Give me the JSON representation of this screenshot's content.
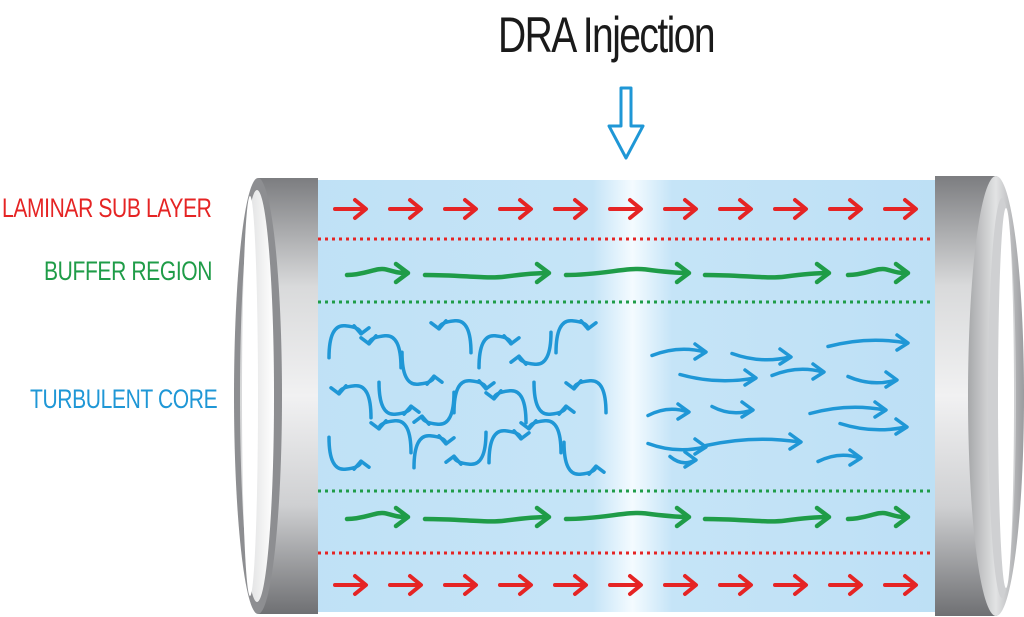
{
  "title": "DRA Injection",
  "labels": {
    "laminar": "LAMINAR SUB LAYER",
    "buffer": "BUFFER REGION",
    "turbulent": "TURBULENT CORE"
  },
  "colors": {
    "laminar": "#e52424",
    "buffer": "#1f9c48",
    "turbulent": "#1f97d6",
    "fluid": "#bfe1f6",
    "pipe": "#b8b9bb"
  },
  "icons": {
    "injection": "down-arrow-icon",
    "laminar_flow": "right-arrow-icon",
    "buffer_flow": "wavy-arrow-icon",
    "turbulent_flow": "swirl-arrow-icon"
  }
}
